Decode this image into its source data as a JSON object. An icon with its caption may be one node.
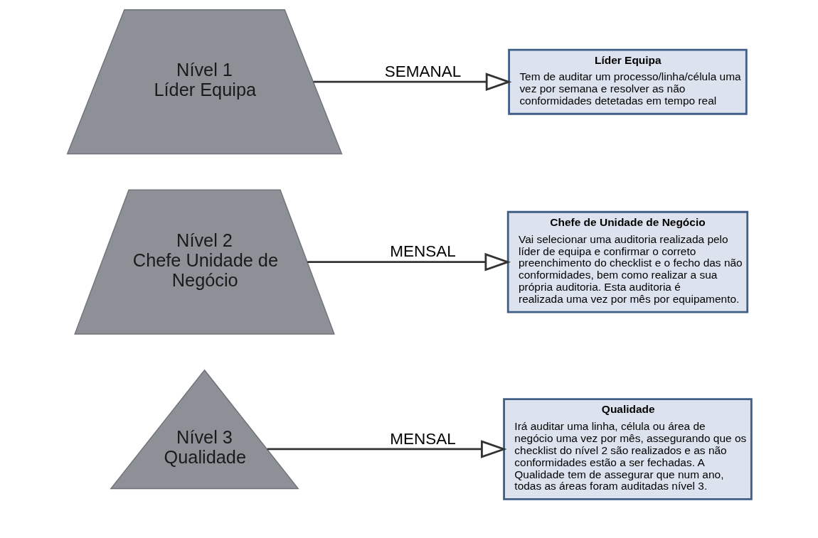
{
  "diagram": {
    "nodes": [
      {
        "text": [
          "Nível 3",
          "Qualidade"
        ]
      },
      {
        "text": [
          "Nível 2",
          "Chefe Unidade de Negócio"
        ]
      },
      {
        "text": [
          "Nível 1",
          "Líder Equipa"
        ]
      },
      {
        "text": [
          "Qualidade",
          "Irá auditar uma linha, célula ou área de negócio uma vez por mês, assegurando que os checklist do nível 2 são realizados e as não conformidades estão a ser fechadas. A Qualidade tem de assegurar que num ano, todas as áreas foram auditadas nível 3."
        ]
      },
      {
        "text": [
          "Chefe de Unidade de Negócio",
          "Vai selecionar uma auditoria realizada pelo líder de equipa e confirmar o correto preenchimento do checklist e o fecho das não conformidades, bem como realizar a sua própria auditoria. Esta auditoria é realizada uma vez por mês por equipamento."
        ]
      },
      {
        "text": [
          "Líder Equipa",
          "Tem de auditar um processo/linha/célula uma vez por semana e resolver as não conformidades detetadas em tempo real"
        ]
      }
    ],
    "edges": [
      {
        "from": 0,
        "to": 3,
        "arrow": "to",
        "label": "MENSAL"
      },
      {
        "from": 1,
        "to": 4,
        "arrow": "to",
        "label": "MENSAL"
      },
      {
        "from": 2,
        "to": 5,
        "arrow": "to",
        "label": "SEMANAL"
      }
    ]
  }
}
